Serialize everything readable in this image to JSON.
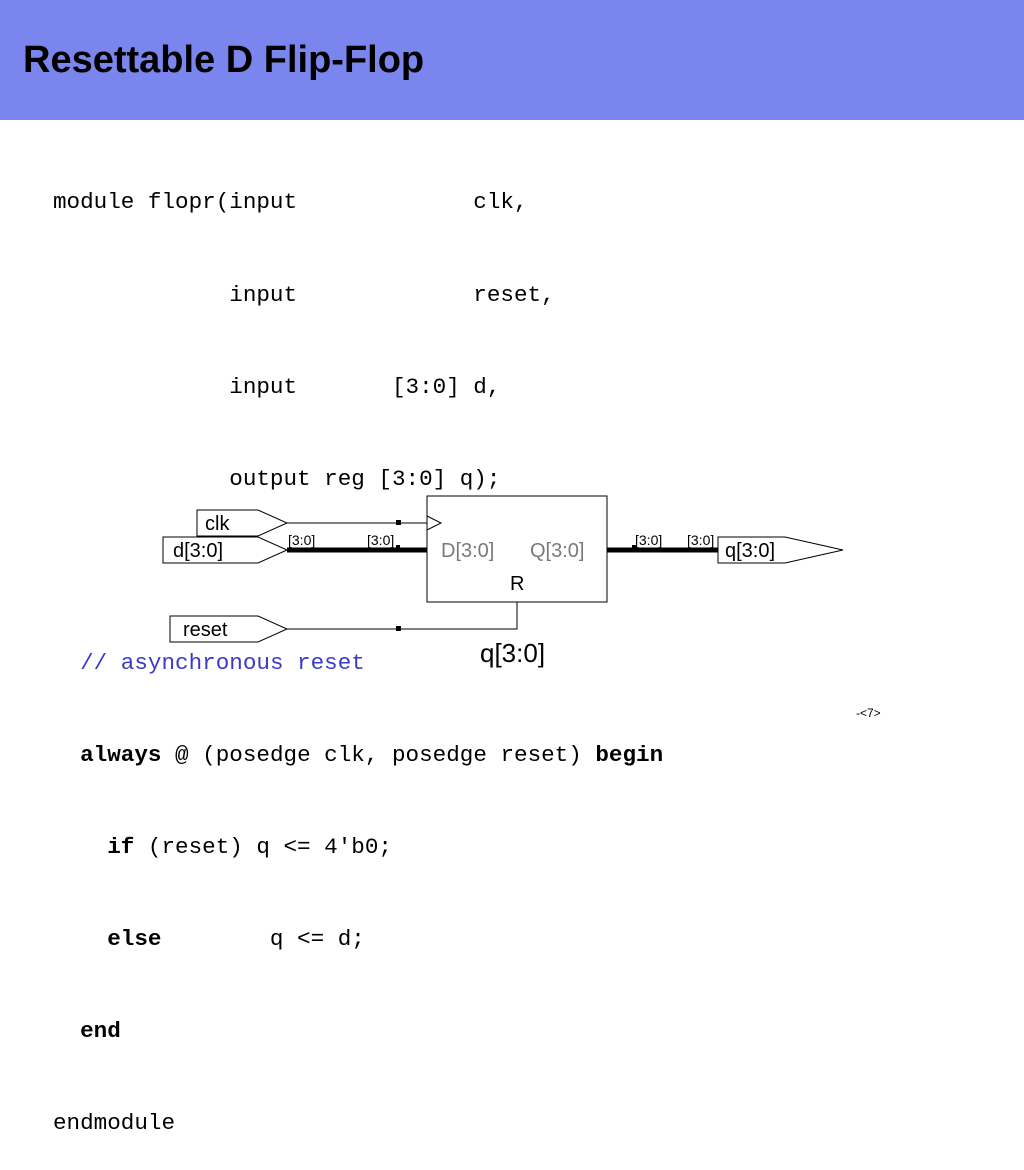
{
  "slide": {
    "title": "Resettable D Flip-Flop",
    "page_number": "-<7>"
  },
  "code": {
    "l1": "module flopr(input             clk,",
    "l2": "             input             reset,",
    "l3": "             input       [3:0] d,",
    "l4": "             output reg [3:0] q);",
    "comment": "// asynchronous reset",
    "always_kw": "always",
    "always_rest": " @ (posedge clk, posedge reset) ",
    "begin_kw": "begin",
    "if_kw": "if",
    "if_rest": " (reset) q <= 4'b0;",
    "else_kw": "else",
    "else_rest": "        q <= d;",
    "end_kw": "end",
    "endmodule": "endmodule"
  },
  "schematic": {
    "input_clk": "clk",
    "input_d": "d[3:0]",
    "input_reset": "reset",
    "output_q": "q[3:0]",
    "bus_label_1": "[3:0]",
    "bus_label_2": "[3:0]",
    "bus_label_3": "[3:0]",
    "bus_label_4": "[3:0]",
    "port_d": "D[3:0]",
    "port_q": "Q[3:0]",
    "port_r": "R",
    "instance_label": "q[3:0]"
  }
}
